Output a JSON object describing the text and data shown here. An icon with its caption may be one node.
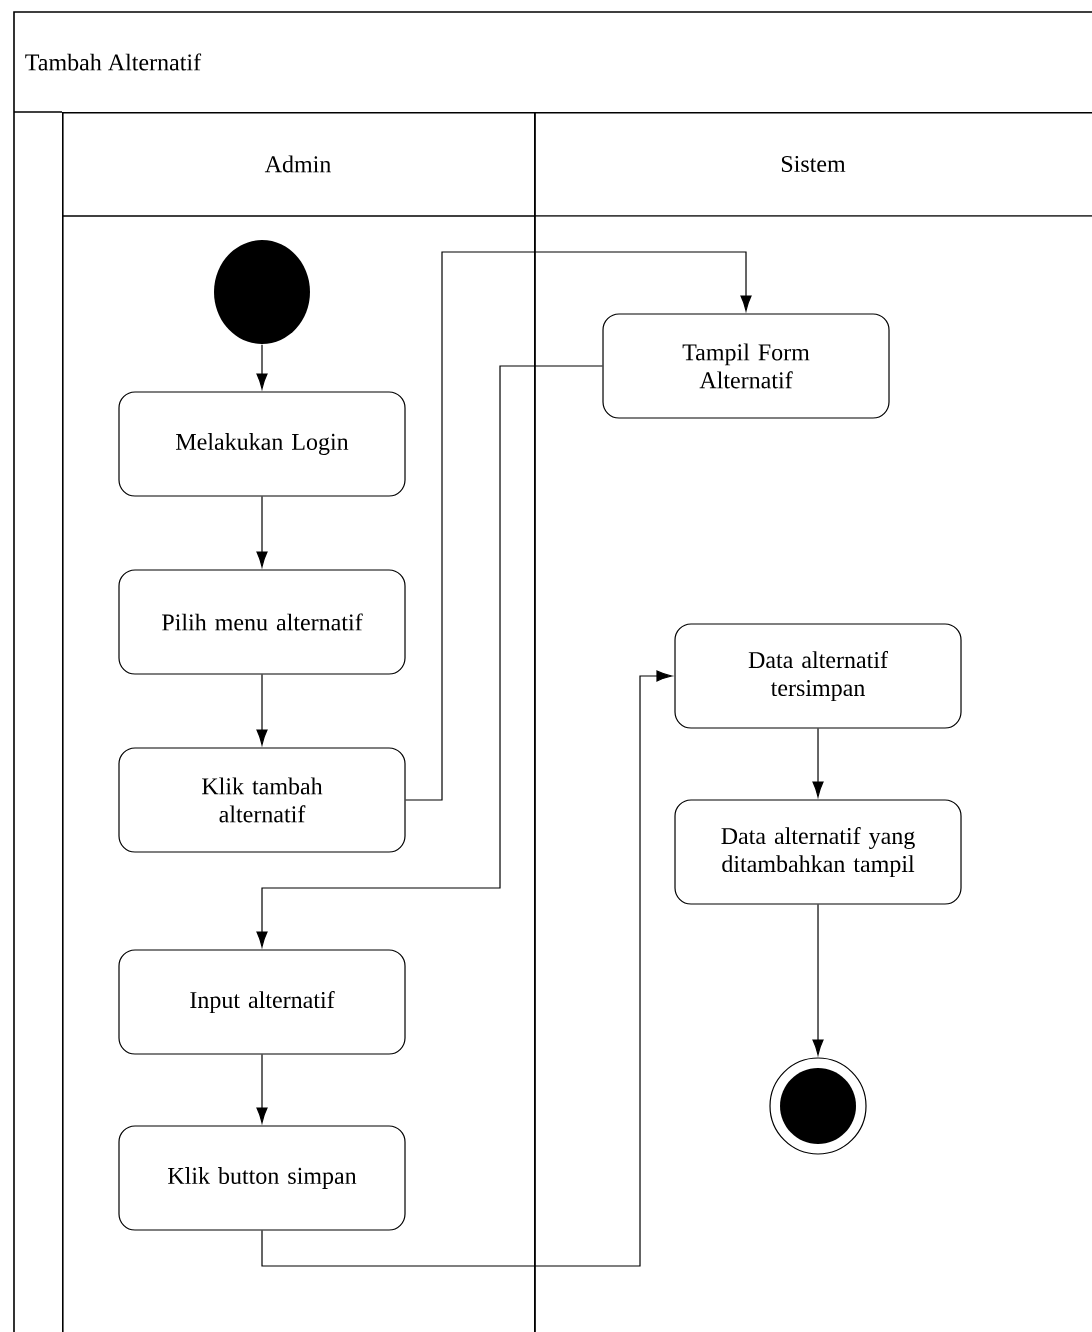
{
  "diagram": {
    "title": "Tambah Alternatif",
    "nodes": [
      {
        "text": [
          "Admin"
        ]
      },
      {
        "text": [
          "Sistem"
        ]
      },
      {
        "text": [],
        "shape": "circle",
        "in": 0
      },
      {
        "text": [
          "Melakukan Login"
        ],
        "in": 0
      },
      {
        "text": [
          "Pilih menu alternatif"
        ],
        "in": 0
      },
      {
        "text": [
          "Klik tambah alternatif"
        ],
        "in": 0
      },
      {
        "text": [
          "Tampil Form Alternatif"
        ],
        "in": 1
      },
      {
        "text": [
          "Input alternatif"
        ],
        "in": 0
      },
      {
        "text": [
          "Klik button simpan"
        ],
        "in": 0
      },
      {
        "text": [
          "Data alternatif tersimpan"
        ],
        "in": 1
      },
      {
        "text": [
          "Data alternatif yang ditambahkan tampil"
        ],
        "in": 1
      },
      {
        "text": [],
        "shape": "circle",
        "in": 1
      }
    ],
    "edges": [
      {
        "from": 2,
        "to": 3,
        "arrow": "to"
      },
      {
        "from": 3,
        "to": 4,
        "arrow": "to"
      },
      {
        "from": 4,
        "to": 5,
        "arrow": "to"
      },
      {
        "from": 5,
        "to": 6,
        "arrow": "to"
      },
      {
        "from": 6,
        "to": 7,
        "arrow": "to"
      },
      {
        "from": 7,
        "to": 8,
        "arrow": "to"
      },
      {
        "from": 8,
        "to": 9,
        "arrow": "to"
      },
      {
        "from": 9,
        "to": 10,
        "arrow": "to"
      },
      {
        "from": 10,
        "to": 11,
        "arrow": "to"
      }
    ]
  }
}
